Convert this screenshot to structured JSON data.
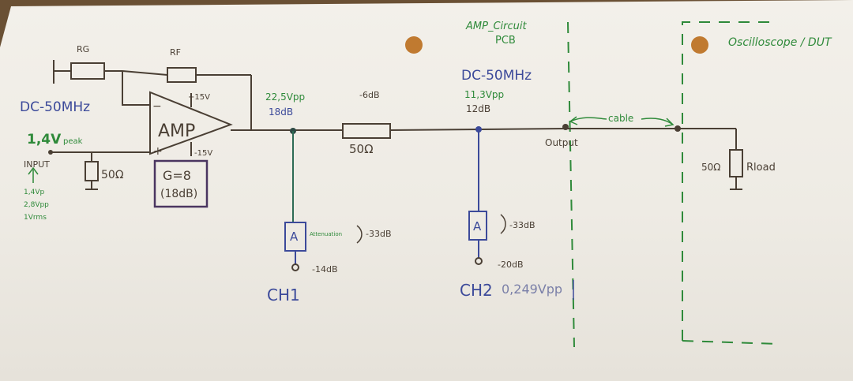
{
  "colors": {
    "ink": "#4a3f34",
    "blue": "#3c4a9a",
    "green": "#2f8a3a",
    "teal": "#2e6b55",
    "purple": "#4a3560",
    "hole": "#c07a30"
  },
  "sections": {
    "amp_pcb_line1": "AMP_Circuit",
    "amp_pcb_line2": "PCB",
    "osc_dut": "Oscilloscope / DUT"
  },
  "input": {
    "freq": "DC-50MHz",
    "level": "1,4V",
    "level_suffix": "peak",
    "label": "INPUT",
    "specs": [
      "1,4Vp",
      "2,8Vpp",
      "1Vrms"
    ]
  },
  "components": {
    "rg": "RG",
    "rf": "RF",
    "amp": "AMP",
    "plus15": "+15V",
    "minus15": "-15V",
    "gain_line1": "G=8",
    "gain_line2": "(18dB)",
    "r_in": "50Ω",
    "r_series": "50Ω",
    "r_series_note": "-6dB",
    "r_load_value": "50Ω",
    "r_load_label": "Rload"
  },
  "nodes": {
    "amp_out_vpp": "22,5Vpp",
    "amp_out_db": "18dB",
    "ch2_freq": "DC-50MHz",
    "ch2_vpp": "11,3Vpp",
    "ch2_db": "12dB",
    "output": "Output",
    "cable": "cable"
  },
  "probes": {
    "ch1": {
      "box": "A",
      "note": "Attenuation",
      "atten": "-33dB",
      "level": "-14dB",
      "label": "CH1"
    },
    "ch2": {
      "box": "A",
      "atten": "-33dB",
      "level": "-20dB",
      "label": "CH2",
      "value": "0,249Vpp"
    }
  }
}
